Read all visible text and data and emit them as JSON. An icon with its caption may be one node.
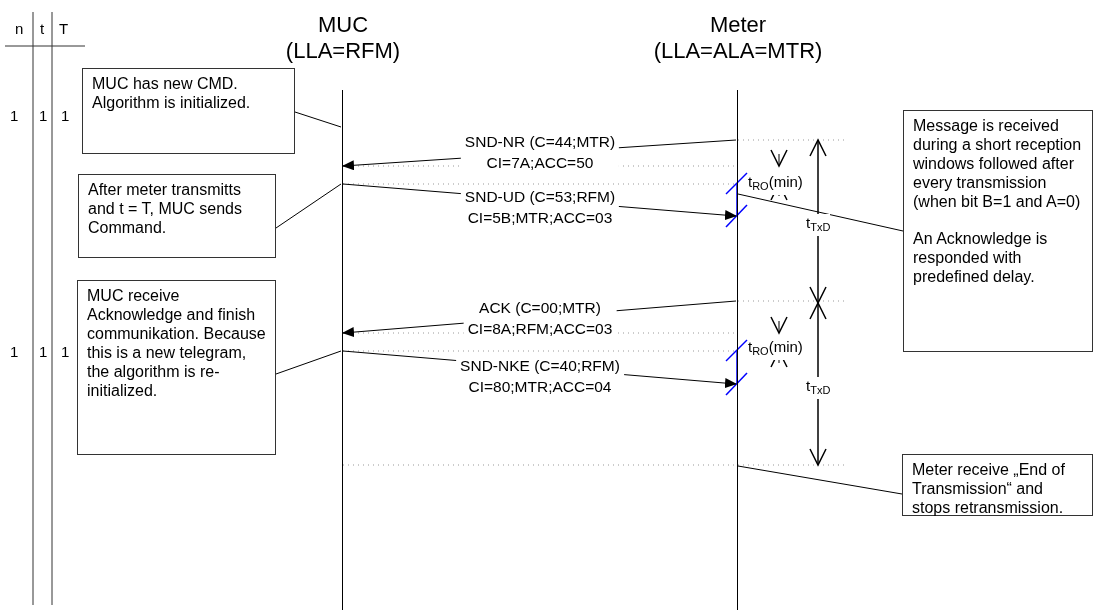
{
  "diagram": {
    "nodes": [
      {
        "text": [
          "MUC (LLA=RFM)"
        ]
      },
      {
        "text": [
          "Meter (LLA=ALA=MTR)"
        ]
      },
      {
        "text": [
          "MUC has new CMD. Algorithm is initialized."
        ]
      },
      {
        "text": [
          "After meter transmitts and t = T, MUC sends Command."
        ]
      },
      {
        "text": [
          "MUC receive Acknowledge and finish communikation. Because this is a new telegram, the algorithm is re-initialized."
        ]
      },
      {
        "text": [
          "Message is received during a short reception windows followed after every transmission (when bit B=1 and A=0)",
          "An Acknowledge is responded with predefined delay."
        ]
      },
      {
        "text": [
          "Meter receive „End of Transmission“ and stops retransmission."
        ]
      }
    ],
    "edges": [
      {
        "from": 2,
        "to": 0,
        "arrow": "none"
      },
      {
        "from": 1,
        "to": 0,
        "arrow": "to",
        "label": "SND-NR (C=44;MTR) CI=7A;ACC=50"
      },
      {
        "from": 3,
        "to": 0,
        "arrow": "none"
      },
      {
        "from": 0,
        "to": 1,
        "arrow": "to",
        "label": "SND-UD (C=53;RFM) CI=5B;MTR;ACC=03"
      },
      {
        "from": 5,
        "to": 1,
        "arrow": "none"
      },
      {
        "from": 1,
        "to": 0,
        "arrow": "to",
        "label": "ACK (C=00;MTR) CI=8A;RFM;ACC=03"
      },
      {
        "from": 4,
        "to": 0,
        "arrow": "none"
      },
      {
        "from": 0,
        "to": 1,
        "arrow": "to",
        "label": "SND-NKE (C=40;RFM) CI=80;MTR;ACC=04"
      },
      {
        "from": 6,
        "to": 1,
        "arrow": "none"
      }
    ],
    "labels": [
      "n",
      "t",
      "T",
      "1",
      "1",
      "1",
      "t$_{RO}$(min)",
      "t$_{TxD}$",
      "1",
      "1",
      "1",
      "t$_{RO}$(min)",
      "t$_{TxD}$"
    ]
  }
}
